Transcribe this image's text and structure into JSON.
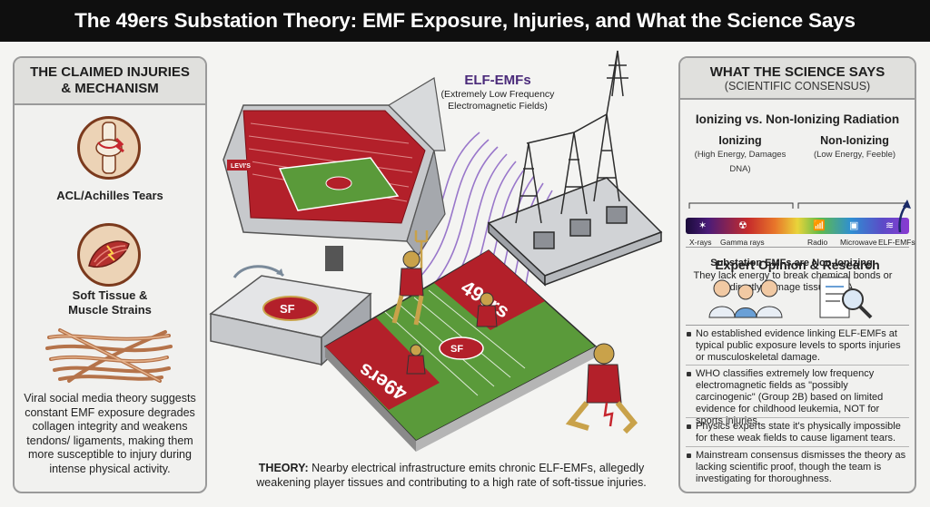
{
  "header": {
    "title": "The 49ers Substation Theory: EMF Exposure, Injuries, and What the Science Says"
  },
  "left_panel": {
    "title_line1": "THE CLAIMED INJURIES",
    "title_line2": "& MECHANISM",
    "items": [
      {
        "label": "ACL/Achilles Tears",
        "icon": "knee-joint-icon"
      },
      {
        "label_line1": "Soft Tissue &",
        "label_line2": "Muscle Strains",
        "icon": "muscle-icon"
      },
      {
        "icon": "collagen-fibers-icon"
      }
    ],
    "description": "Viral social media theory suggests constant EMF exposure degrades collagen integrity and weakens tendons/ ligaments, making them more susceptible to injury during intense physical activity."
  },
  "center": {
    "elf_title": "ELF-EMFs",
    "elf_sub_line1": "(Extremely Low Frequency",
    "elf_sub_line2": "Electromagnetic Fields)",
    "stadium_sign": "LEVI'S",
    "logo_text": "SF",
    "field_text_top": "49ers",
    "field_text_bottom": "49ers",
    "theory_label": "THEORY:",
    "theory_text": " Nearby electrical infrastructure emits chronic ELF-EMFs, allegedly weakening player tissues and contributing to a high rate of soft-tissue injuries.",
    "colors": {
      "red": "#b3202a",
      "gold": "#c9a24a",
      "green": "#5a9a3a",
      "purple": "#8a62c4"
    }
  },
  "right_panel": {
    "title": "WHAT THE SCIENCE SAYS",
    "subtitle": "(SCIENTIFIC CONSENSUS)",
    "radiation_title": "Ionizing vs. Non-Ionizing Radiation",
    "ionizing": {
      "label": "Ionizing",
      "note": "(High Energy, Damages DNA)"
    },
    "non_ionizing": {
      "label": "Non-Ionizing",
      "note": "(Low Energy, Feeble)"
    },
    "spectrum_labels": [
      "X-rays",
      "Gamma rays",
      "Radio",
      "Microwave",
      "ELF-EMFs"
    ],
    "note_bold": "Substation EMFs are Non-Ionizing.",
    "note_rest": "They lack energy to break chemical bonds or directly damage tissue/DNA.",
    "expert_title": "Expert Opinion & Research",
    "bullets": [
      "No established evidence linking ELF-EMFs at typical public exposure levels to sports injuries or musculoskeletal damage.",
      "WHO classifies extremely low frequency electromagnetic fields as \"possibly carcinogenic\" (Group 2B) based on limited evidence for childhood leukemia, NOT for sports injuries.",
      "Physics experts state it's physically impossible for these weak fields to cause ligament tears.",
      "Mainstream consensus dismisses the theory as lacking scientific proof, though the team is investigating for thoroughness."
    ]
  }
}
